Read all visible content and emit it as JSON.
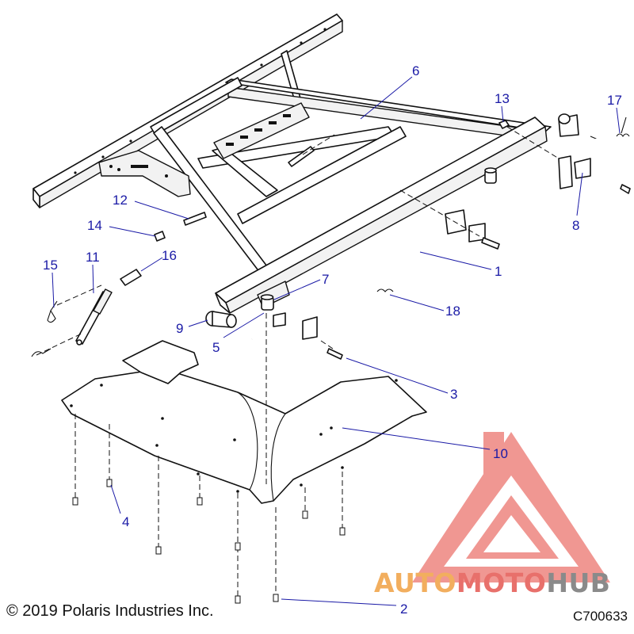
{
  "colors": {
    "callout": "#1a1aa6",
    "line": "#111111",
    "watermark_red": "#e8706b",
    "watermark_orange": "#f2ae5e",
    "watermark_gray": "#8a8a8a"
  },
  "callouts": [
    {
      "id": "1",
      "label": "1"
    },
    {
      "id": "2",
      "label": "2"
    },
    {
      "id": "3",
      "label": "3"
    },
    {
      "id": "4",
      "label": "4"
    },
    {
      "id": "5",
      "label": "5"
    },
    {
      "id": "6",
      "label": "6"
    },
    {
      "id": "7",
      "label": "7"
    },
    {
      "id": "8",
      "label": "8"
    },
    {
      "id": "9",
      "label": "9"
    },
    {
      "id": "10",
      "label": "10"
    },
    {
      "id": "11",
      "label": "11"
    },
    {
      "id": "12",
      "label": "12"
    },
    {
      "id": "13",
      "label": "13"
    },
    {
      "id": "14",
      "label": "14"
    },
    {
      "id": "15",
      "label": "15"
    },
    {
      "id": "16",
      "label": "16"
    },
    {
      "id": "17",
      "label": "17"
    },
    {
      "id": "18",
      "label": "18"
    }
  ],
  "footer": {
    "copyright": "© 2019 Polaris Industries Inc.",
    "drawing_id": "C700633"
  },
  "watermark": {
    "part1": "AUTO",
    "part2": "MOTO",
    "part3": "HUB",
    "icon": "triangle-logo-icon"
  }
}
